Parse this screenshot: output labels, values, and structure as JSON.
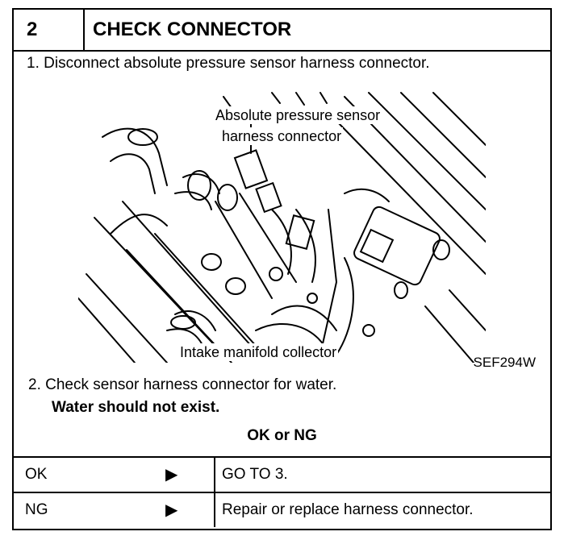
{
  "header": {
    "number": "2",
    "title": "CHECK CONNECTOR"
  },
  "step1": "1. Disconnect absolute pressure sensor harness connector.",
  "figure": {
    "label_top_line1": "Absolute pressure sensor",
    "label_top_line2": "harness connector",
    "label_bottom": "Intake manifold collector",
    "code": "SEF294W"
  },
  "step2": {
    "text": "2. Check sensor harness connector for water.",
    "bold": "Water should not exist."
  },
  "result_header": "OK or NG",
  "results": [
    {
      "label": "OK",
      "arrow": "▶",
      "action": "GO TO 3."
    },
    {
      "label": "NG",
      "arrow": "▶",
      "action": "Repair or replace harness connector."
    }
  ]
}
